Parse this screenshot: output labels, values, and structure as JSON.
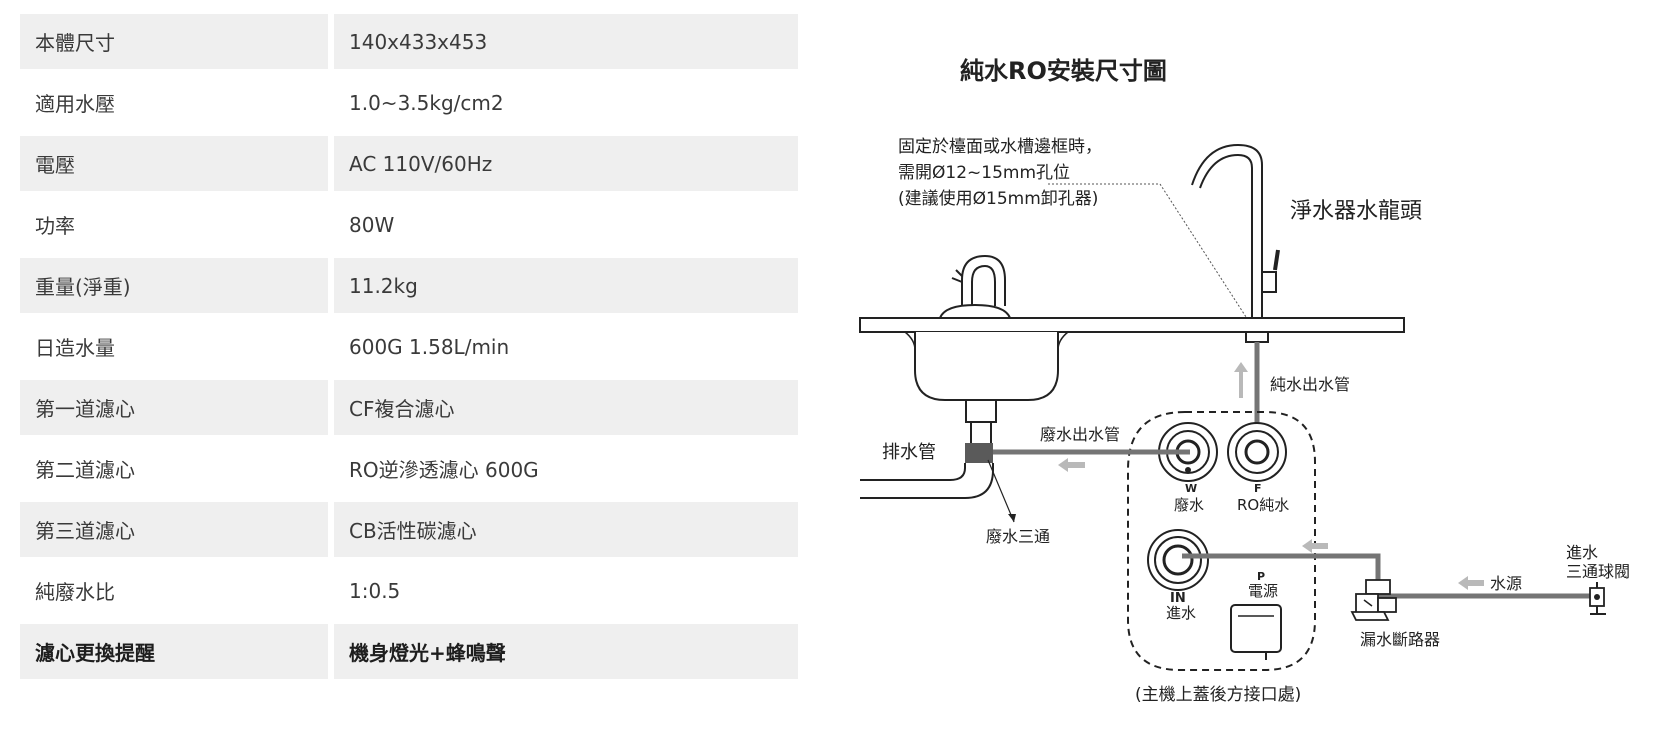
{
  "specs": [
    {
      "label": "本體尺寸",
      "value": "140x433x453"
    },
    {
      "label": "適用水壓",
      "value": "1.0~3.5kg/cm2"
    },
    {
      "label": "電壓",
      "value": "AC 110V/60Hz"
    },
    {
      "label": "功率",
      "value": "80W"
    },
    {
      "label": "重量(淨重)",
      "value": "11.2kg"
    },
    {
      "label": "日造水量",
      "value": "600G 1.58L/min"
    },
    {
      "label": "第一道濾心",
      "value": "CF複合濾心"
    },
    {
      "label": "第二道濾心",
      "value": "RO逆滲透濾心 600G"
    },
    {
      "label": "第三道濾心",
      "value": "CB活性碳濾心"
    },
    {
      "label": "純廢水比",
      "value": "1:0.5"
    },
    {
      "label": "濾心更換提醒",
      "value": "機身燈光+蜂鳴聲"
    }
  ],
  "diagram": {
    "title": "純水RO安裝尺寸圖",
    "note": [
      "固定於檯面或水槽邊框時，",
      "需開Ø12~15mm孔位",
      "(建議使用Ø15mm卸孔器)"
    ],
    "faucet_label": "淨水器水龍頭",
    "pure_out_label": "純水出水管",
    "waste_out_label": "廢水出水管",
    "drain_label": "排水管",
    "waste_tee_label": "廢水三通",
    "port_w_code": "W",
    "port_w_label": "廢水",
    "port_f_code": "F",
    "port_f_label": "RO純水",
    "port_in_code": "IN",
    "port_in_label": "進水",
    "port_p_code": "P",
    "port_p_label": "電源",
    "water_source_label": "水源",
    "inlet_valve_label": [
      "進水",
      "三通球閥"
    ],
    "leak_breaker_label": "漏水斷路器",
    "back_panel_label": "(主機上蓋後方接口處)",
    "colors": {
      "pipe": "#757575",
      "arrow": "#b9b9b9",
      "ink": "#222222",
      "row_shade": "#efefef"
    }
  }
}
